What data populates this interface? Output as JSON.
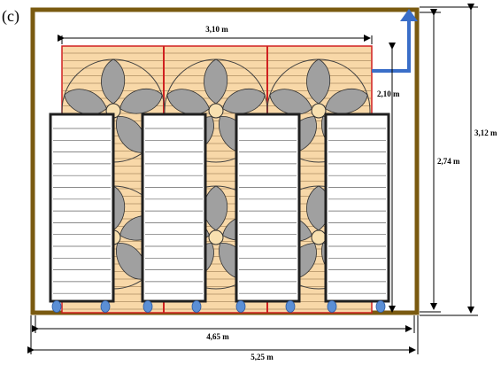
{
  "panel_label": "(c)",
  "dimensions": {
    "array_width": "3,10 m",
    "array_height": "2,10 m",
    "inner_height": "2,74 m",
    "outer_height": "3,12 m",
    "inner_width": "4,65 m",
    "outer_width": "5,25 m"
  },
  "colors": {
    "enclosure_wall": "#7a5a10",
    "grille_fill": "#f8d8a8",
    "grille_line": "#8a6a40",
    "grille_border": "#d02020",
    "fan_blade": "#a0a0a0",
    "fan_hub": "#f8e0b0",
    "rack_fill": "#ffffff",
    "rack_border": "#202020",
    "wheel": "#5b8fd6",
    "airflow_arrow": "#3a6ec8"
  },
  "icons": {
    "fan": "fan-icon",
    "wheel": "wheel-icon",
    "airflow": "airflow-arrow-icon"
  }
}
